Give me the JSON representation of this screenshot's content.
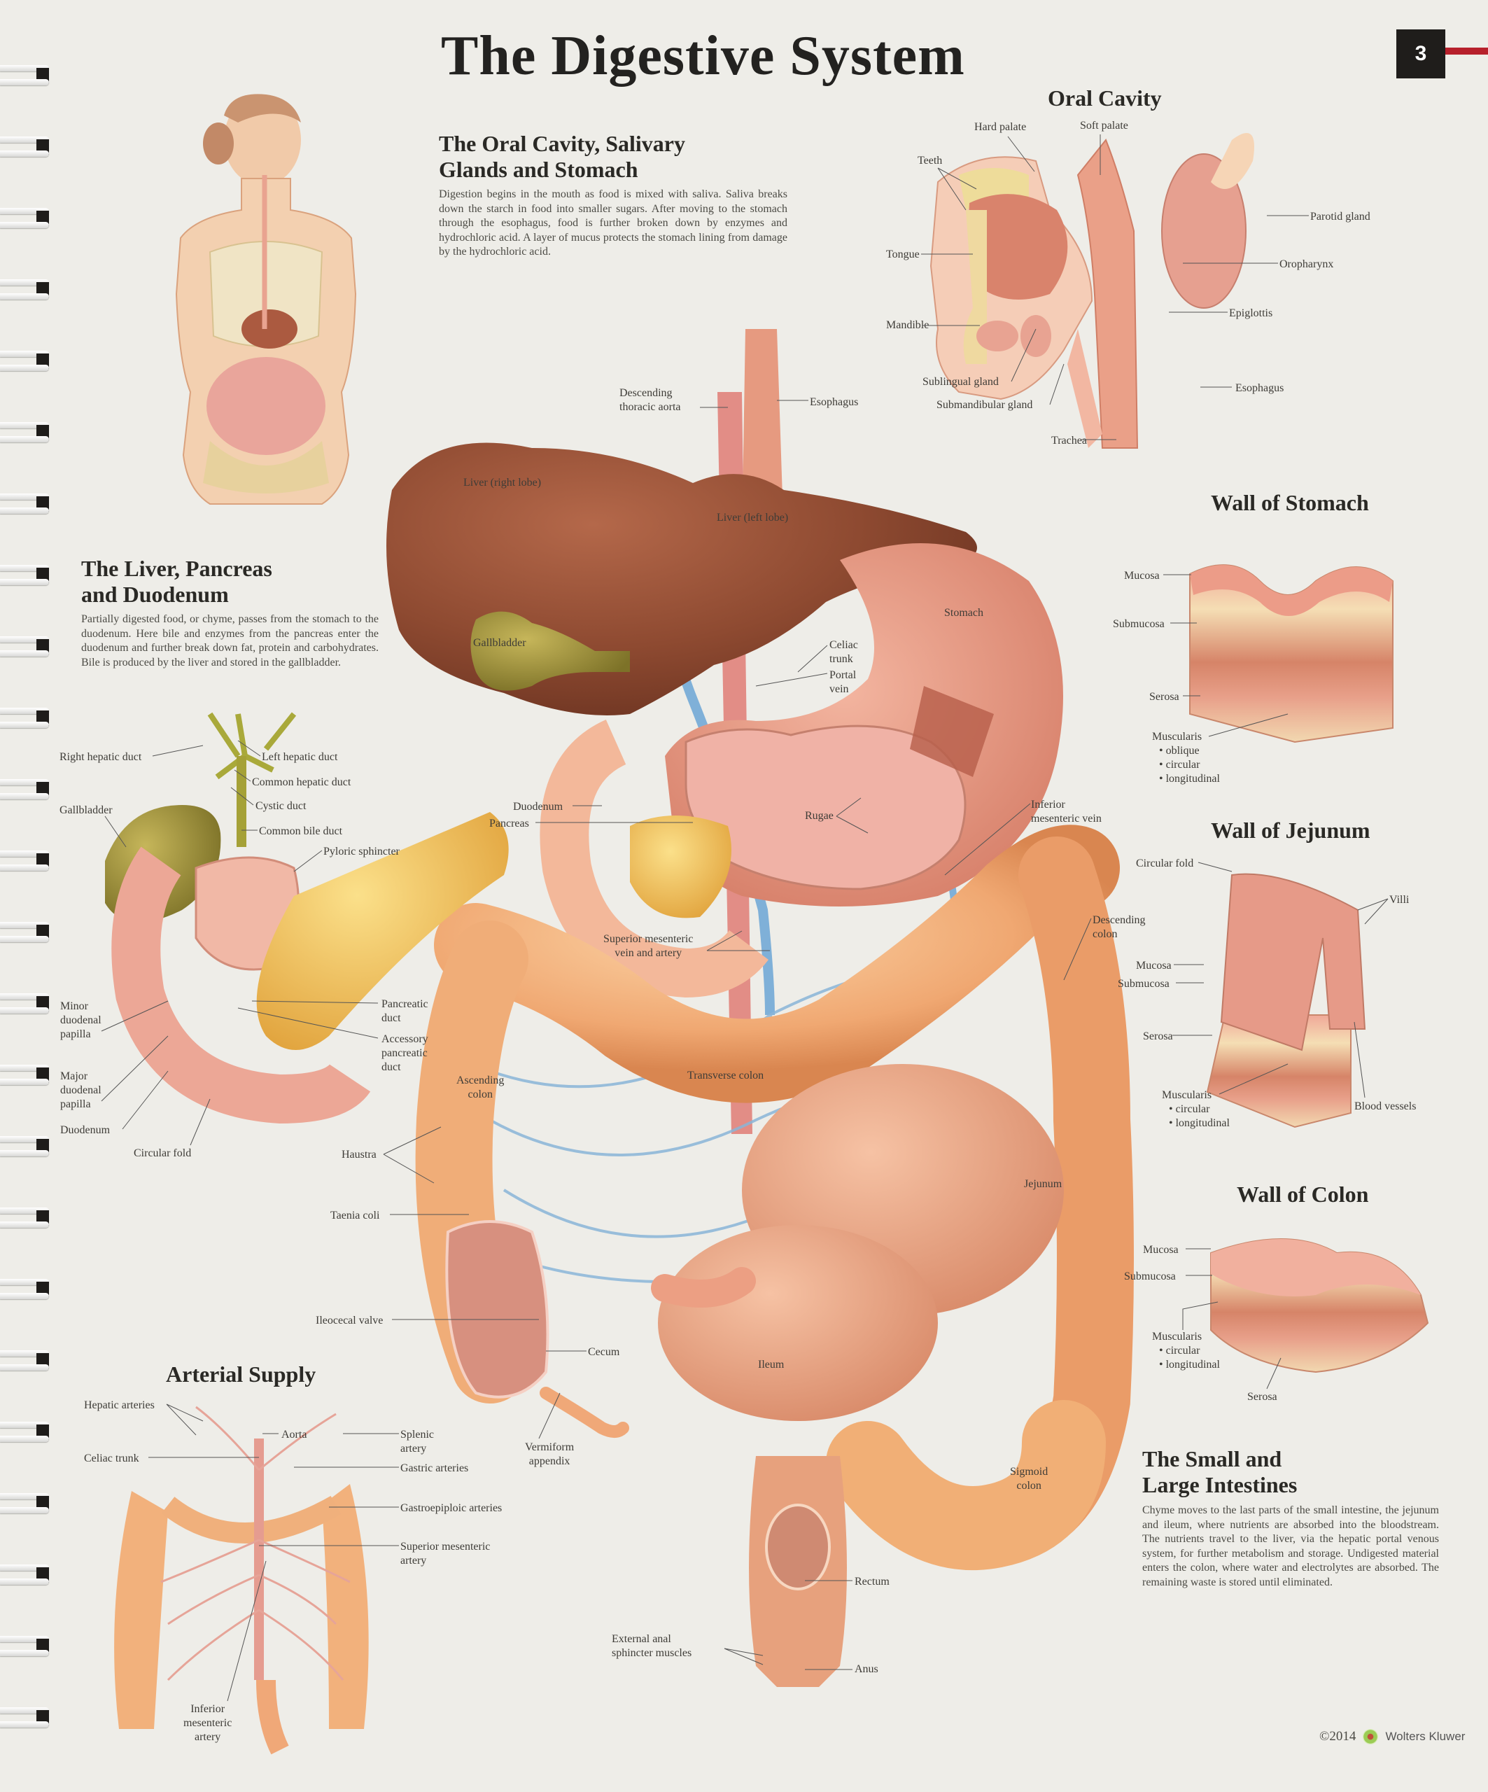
{
  "page": {
    "title": "The Digestive System",
    "page_number": "3",
    "accent_color": "#b7202b"
  },
  "sections": {
    "oral": {
      "title_line1": "The Oral Cavity, Salivary",
      "title_line2": "Glands and Stomach",
      "body": "Digestion begins in the mouth as food is mixed with saliva. Saliva breaks down the starch in food into smaller sugars. After moving to the stomach through the esophagus, food is further broken down by enzymes and hydrochloric acid. A layer of mucus protects the stomach lining from damage by the hydrochloric acid."
    },
    "liver": {
      "title_line1": "The Liver, Pancreas",
      "title_line2": "and Duodenum",
      "body": "Partially digested food, or chyme, passes from the stomach to the duodenum. Here bile and enzymes from the pancreas enter the duodenum and further break down fat, protein and carbohydrates. Bile is produced by the liver and stored in the gallbladder."
    },
    "intestines": {
      "title_line1": "The Small and",
      "title_line2": "Large Intestines",
      "body": "Chyme moves to the last parts of the small intestine, the jejunum and ileum, where nutrients are absorbed into the bloodstream. The nutrients travel to the liver, via the hepatic portal venous system, for further metabolism and storage. Undigested material enters the colon, where water and electrolytes are absorbed. The remaining waste is stored until eliminated."
    }
  },
  "figures": {
    "oral_cavity": {
      "title": "Oral Cavity",
      "labels": {
        "hard_palate": "Hard palate",
        "soft_palate": "Soft palate",
        "teeth": "Teeth",
        "parotid_gland": "Parotid gland",
        "tongue": "Tongue",
        "oropharynx": "Oropharynx",
        "mandible": "Mandible",
        "epiglottis": "Epiglottis",
        "sublingual_gland": "Sublingual gland",
        "submandibular_gland": "Submandibular gland",
        "esophagus": "Esophagus",
        "trachea": "Trachea"
      }
    },
    "wall_of_stomach": {
      "title": "Wall of Stomach",
      "labels": {
        "mucosa": "Mucosa",
        "submucosa": "Submucosa",
        "serosa": "Serosa",
        "muscularis": "Muscularis",
        "m1": "• oblique",
        "m2": "• circular",
        "m3": "• longitudinal"
      }
    },
    "wall_of_jejunum": {
      "title": "Wall of Jejunum",
      "labels": {
        "circular_fold": "Circular fold",
        "villi": "Villi",
        "mucosa": "Mucosa",
        "submucosa": "Submucosa",
        "serosa": "Serosa",
        "muscularis": "Muscularis",
        "m1": "• circular",
        "m2": "• longitudinal",
        "blood_vessels": "Blood vessels"
      }
    },
    "wall_of_colon": {
      "title": "Wall of Colon",
      "labels": {
        "mucosa": "Mucosa",
        "submucosa": "Submucosa",
        "muscularis": "Muscularis",
        "m1": "• circular",
        "m2": "• longitudinal",
        "serosa": "Serosa"
      }
    },
    "liver_pancreas": {
      "labels": {
        "right_hepatic_duct": "Right hepatic duct",
        "left_hepatic_duct": "Left hepatic duct",
        "common_hepatic_duct": "Common hepatic duct",
        "gallbladder": "Gallbladder",
        "cystic_duct": "Cystic duct",
        "common_bile_duct": "Common bile duct",
        "pyloric_sphincter": "Pyloric sphincter",
        "minor_papilla_1": "Minor",
        "minor_papilla_2": "duodenal",
        "minor_papilla_3": "papilla",
        "pancreatic_duct_1": "Pancreatic",
        "pancreatic_duct_2": "duct",
        "accessory_duct_1": "Accessory",
        "accessory_duct_2": "pancreatic",
        "accessory_duct_3": "duct",
        "major_papilla_1": "Major",
        "major_papilla_2": "duodenal",
        "major_papilla_3": "papilla",
        "duodenum": "Duodenum",
        "circular_fold": "Circular fold"
      }
    },
    "main": {
      "labels": {
        "descending_aorta_1": "Descending",
        "descending_aorta_2": "thoracic aorta",
        "esophagus": "Esophagus",
        "liver_right": "Liver (right lobe)",
        "liver_left": "Liver (left lobe)",
        "stomach": "Stomach",
        "gallbladder": "Gallbladder",
        "celiac_trunk_1": "Celiac",
        "celiac_trunk_2": "trunk",
        "portal_vein_1": "Portal",
        "portal_vein_2": "vein",
        "duodenum": "Duodenum",
        "pancreas": "Pancreas",
        "rugae": "Rugae",
        "inferior_mesenteric_vein_1": "Inferior",
        "inferior_mesenteric_vein_2": "mesenteric vein",
        "superior_mesenteric_1": "Superior mesenteric",
        "superior_mesenteric_2": "vein and artery",
        "descending_colon_1": "Descending",
        "descending_colon_2": "colon",
        "ascending_colon_1": "Ascending",
        "ascending_colon_2": "colon",
        "transverse_colon": "Transverse colon",
        "haustra": "Haustra",
        "taenia_coli": "Taenia coli",
        "jejunum": "Jejunum",
        "ileocecal_valve": "Ileocecal valve",
        "cecum": "Cecum",
        "ileum": "Ileum",
        "vermiform_appendix_1": "Vermiform",
        "vermiform_appendix_2": "appendix",
        "sigmoid_colon_1": "Sigmoid",
        "sigmoid_colon_2": "colon",
        "rectum": "Rectum",
        "external_anal_1": "External anal",
        "external_anal_2": "sphincter muscles",
        "anus": "Anus"
      }
    },
    "arterial_supply": {
      "title": "Arterial Supply",
      "labels": {
        "hepatic_arteries": "Hepatic arteries",
        "aorta": "Aorta",
        "splenic_artery_1": "Splenic",
        "splenic_artery_2": "artery",
        "celiac_trunk": "Celiac trunk",
        "gastric_arteries": "Gastric arteries",
        "gastroepiploic_arteries": "Gastroepiploic arteries",
        "superior_mesenteric_1": "Superior mesenteric",
        "superior_mesenteric_2": "artery",
        "inferior_mesenteric_1": "Inferior",
        "inferior_mesenteric_2": "mesenteric",
        "inferior_mesenteric_3": "artery"
      }
    }
  },
  "footer": {
    "copyright": "©2014",
    "publisher": "Wolters Kluwer"
  }
}
